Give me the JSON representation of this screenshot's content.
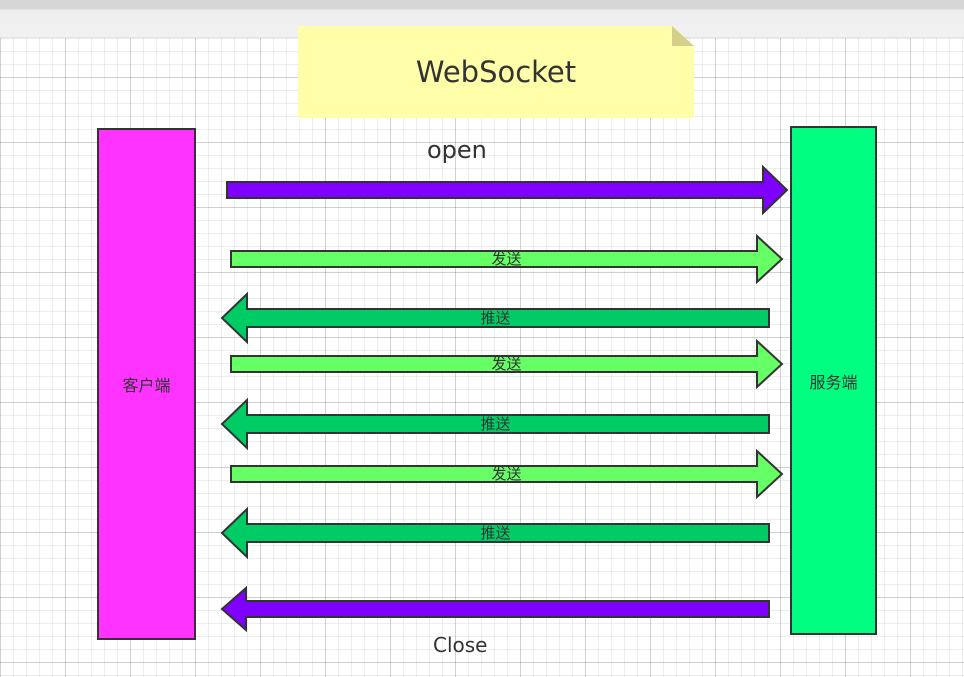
{
  "title": "WebSocket",
  "client": {
    "label": "客户端",
    "color": "#ff33ff"
  },
  "server": {
    "label": "服务端",
    "color": "#00ff80"
  },
  "messages": [
    {
      "direction": "client-to-server",
      "label": "open",
      "color": "#8000ff"
    },
    {
      "direction": "client-to-server",
      "label": "发送",
      "color": "#66ff66"
    },
    {
      "direction": "server-to-client",
      "label": "推送",
      "color": "#00cc66"
    },
    {
      "direction": "client-to-server",
      "label": "发送",
      "color": "#66ff66"
    },
    {
      "direction": "server-to-client",
      "label": "推送",
      "color": "#00cc66"
    },
    {
      "direction": "client-to-server",
      "label": "发送",
      "color": "#66ff66"
    },
    {
      "direction": "server-to-client",
      "label": "推送",
      "color": "#00cc66"
    },
    {
      "direction": "server-to-client",
      "label": "Close",
      "color": "#8000ff"
    }
  ],
  "note_color": "#ffffaa"
}
